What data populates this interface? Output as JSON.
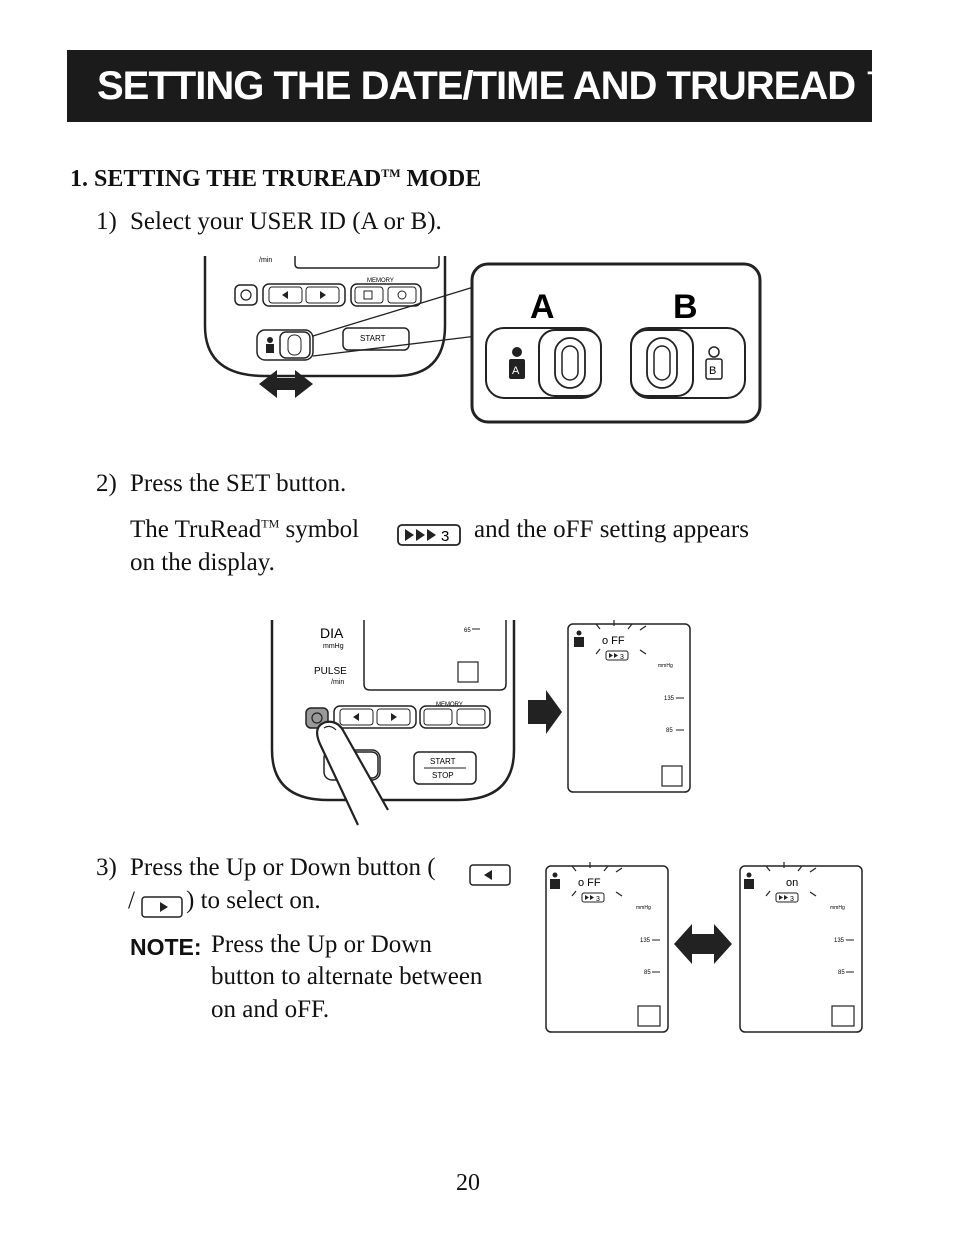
{
  "page": {
    "title": "SETTING THE DATE/TIME AND TRUREAD ™",
    "page_number": "20"
  },
  "section": {
    "heading": "1. SETTING THE TRUREAD",
    "heading_tm": "TM",
    "heading_suffix": " MODE"
  },
  "steps": [
    {
      "num": "1)",
      "text": "Select your USER ID (A or B)."
    },
    {
      "num": "2)",
      "text": "Press the SET button.",
      "line2a": "The TruRead",
      "line2_tm": "TM",
      "line2b": " symbol",
      "line2c": "and the oFF setting appears",
      "line3": "on the display."
    },
    {
      "num": "3)",
      "text_a": "Press the Up or Down button (",
      "text_b": "/",
      "text_c": ") to select on.",
      "note_label": "NOTE:",
      "note_1": "Press the Up or Down",
      "note_2": "button to alternate between",
      "note_3": "on and oFF."
    }
  ],
  "figure1": {
    "memory_label": "MEMORY",
    "start_label": "START",
    "min_label": "/min",
    "zoom_a": "A",
    "zoom_b": "B",
    "badge_a": "A",
    "badge_b": "B"
  },
  "figure2": {
    "dia_label": "DIA",
    "mmhg_label": "mmHg",
    "pulse_label": "PULSE",
    "min_label": "/min",
    "val_65": "65",
    "memory_label": "MEMORY",
    "start_label": "START",
    "stop_label": "STOP"
  },
  "display_off": {
    "mode_text": "o FF",
    "mmhg": "mmHg",
    "val_135": "135",
    "val_85": "85",
    "user": "A",
    "truread_digit": "3"
  },
  "display_on": {
    "mode_text": "on",
    "mmhg": "mmHg",
    "val_135": "135",
    "val_85": "85",
    "user": "A",
    "truread_digit": "3"
  }
}
